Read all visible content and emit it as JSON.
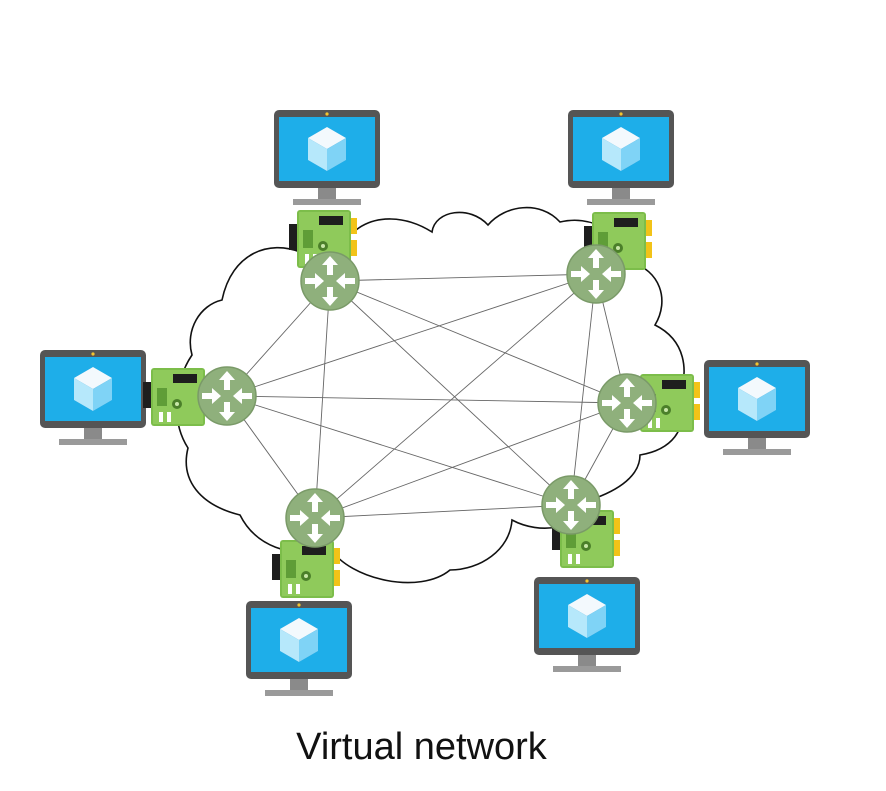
{
  "caption": "Virtual network",
  "nodes": [
    {
      "id": "vm-top-left",
      "icon": "virtual-machine-icon"
    },
    {
      "id": "vm-top-right",
      "icon": "virtual-machine-icon"
    },
    {
      "id": "vm-left",
      "icon": "virtual-machine-icon"
    },
    {
      "id": "vm-right",
      "icon": "virtual-machine-icon"
    },
    {
      "id": "vm-bottom-left",
      "icon": "virtual-machine-icon"
    },
    {
      "id": "vm-bottom-right",
      "icon": "virtual-machine-icon"
    }
  ],
  "icons": {
    "monitor": "virtual-machine-icon",
    "nic": "network-interface-card-icon",
    "router": "router-icon",
    "cloud": "cloud-icon"
  },
  "colors": {
    "screen": "#1eaee9",
    "monitor_frame": "#555555",
    "cube_light": "#b6e8fb",
    "nic_board": "#7cbd4a",
    "nic_dark": "#1e1e1e",
    "nic_gold": "#f2c318",
    "router_fill": "#8fb07c",
    "mesh_line": "#666666",
    "cloud_stroke": "#111111"
  }
}
